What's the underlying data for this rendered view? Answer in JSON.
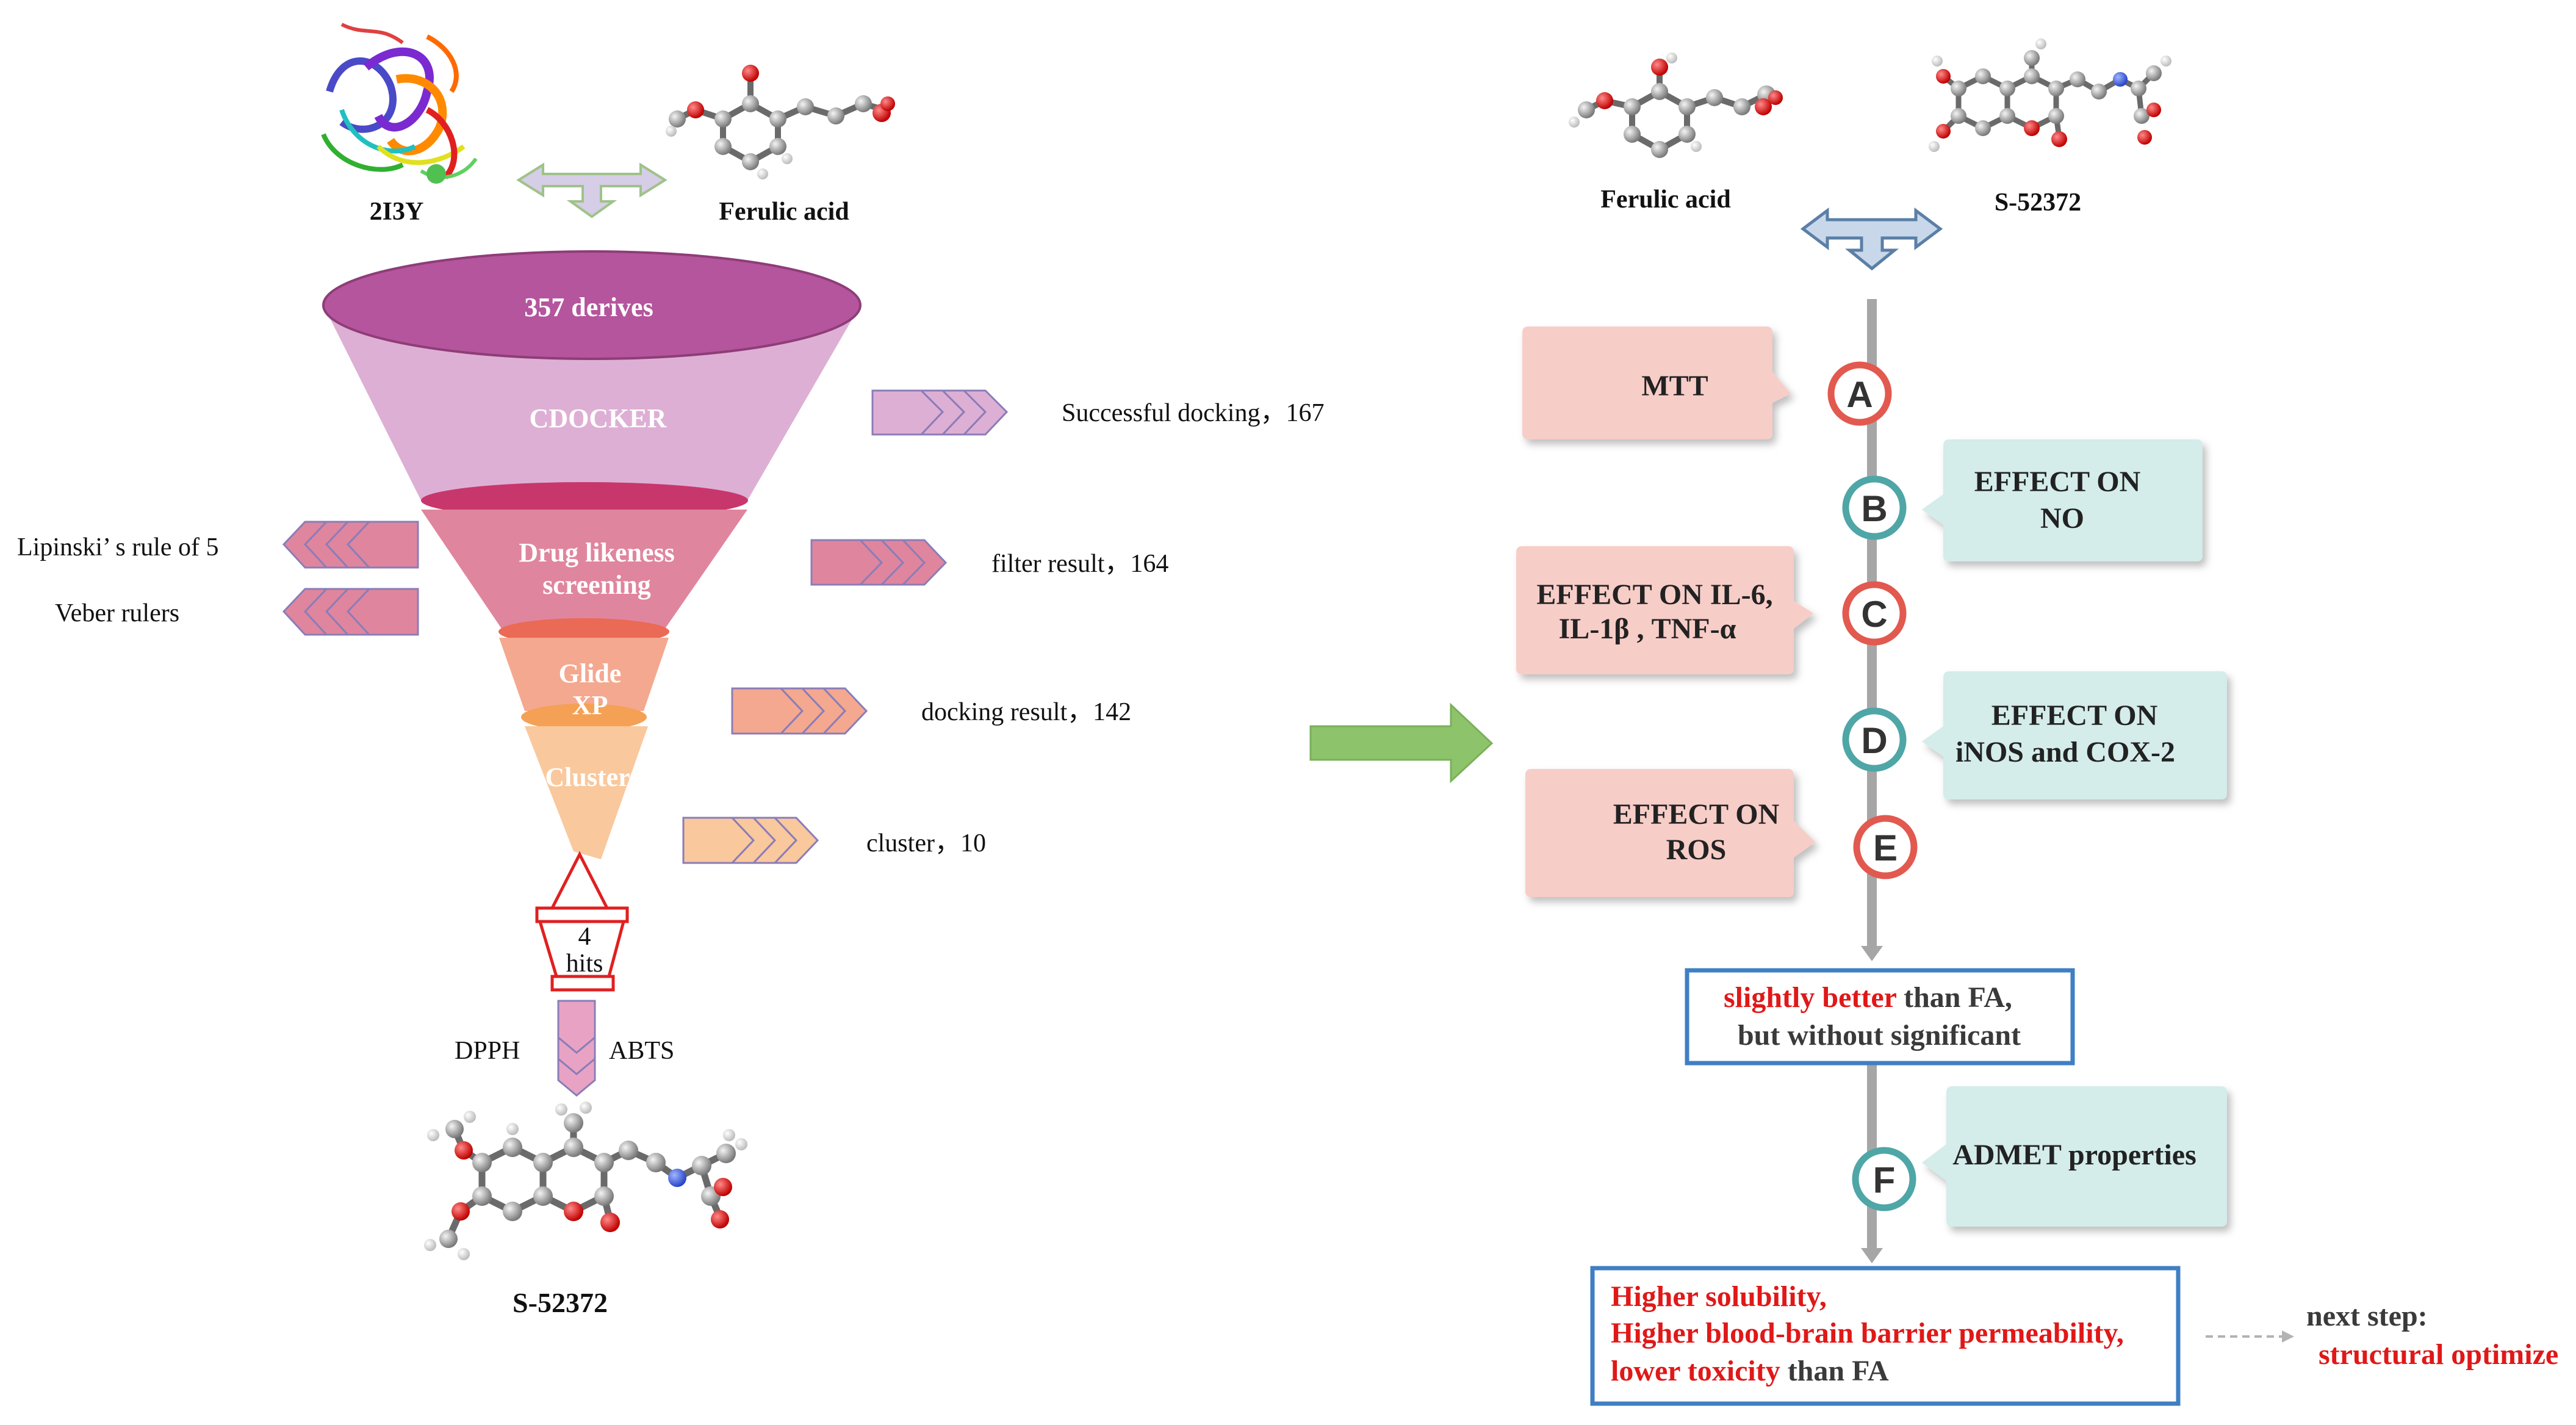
{
  "left": {
    "protein_label": "2I3Y",
    "ligand_label": "Ferulic acid",
    "funnel": {
      "top": "357 derives",
      "stage1": "CDOCKER",
      "stage2_line1": "Drug likeness",
      "stage2_line2": "screening",
      "stage3_line1": "Glide",
      "stage3_line2": "XP",
      "stage4": "Cluster"
    },
    "results": {
      "r1": "Successful docking，167",
      "r2": "filter result，164",
      "r3": "docking result，142",
      "r4": "cluster，10"
    },
    "filters": {
      "f1": "Lipinski’ s rule of  5",
      "f2": "Veber rulers"
    },
    "hits_line1": "4",
    "hits_line2": "hits",
    "assay1": "DPPH",
    "assay2": "ABTS",
    "product_label": "S-52372"
  },
  "right": {
    "ligand1_label": "Ferulic acid",
    "ligand2_label": "S-52372",
    "steps": {
      "A": {
        "letter": "A",
        "text": "MTT"
      },
      "B": {
        "letter": "B",
        "line1": "EFFECT ON",
        "line2": "NO"
      },
      "C": {
        "letter": "C",
        "line1": "EFFECT ON IL-6,",
        "line2": "IL-1β , TNF-α"
      },
      "D": {
        "letter": "D",
        "line1": "EFFECT ON",
        "line2": "iNOS and COX-2"
      },
      "E": {
        "letter": "E",
        "line1": "EFFECT ON",
        "line2": "ROS"
      },
      "F": {
        "letter": "F",
        "text": "ADMET properties"
      }
    },
    "result1": {
      "red": "slightly better",
      "rest": " than FA,",
      "line2": "but without significant"
    },
    "result2": {
      "line1": "Higher solubility,",
      "line2": "Higher blood-brain barrier permeability,",
      "line3_red": "lower toxicity",
      "line3_rest": "  than FA"
    },
    "next_label": "next step:",
    "next_value": "structural optimize"
  },
  "colors": {
    "funnel_top": "#b5559d",
    "funnel_stage1": "#deafd4",
    "ring1": "#c8376c",
    "funnel_stage2": "#e0859e",
    "ring2": "#ea6a55",
    "funnel_stage3": "#f4a88f",
    "ring3": "#f4a155",
    "funnel_stage4": "#f9c89c",
    "box_pink": "#f7cdc8",
    "box_teal": "#d4ecea",
    "circle_red": "#e2594f",
    "circle_teal": "#4fa6a6",
    "result_border": "#3f7fc4",
    "big_arrow": "#8dc36a"
  }
}
